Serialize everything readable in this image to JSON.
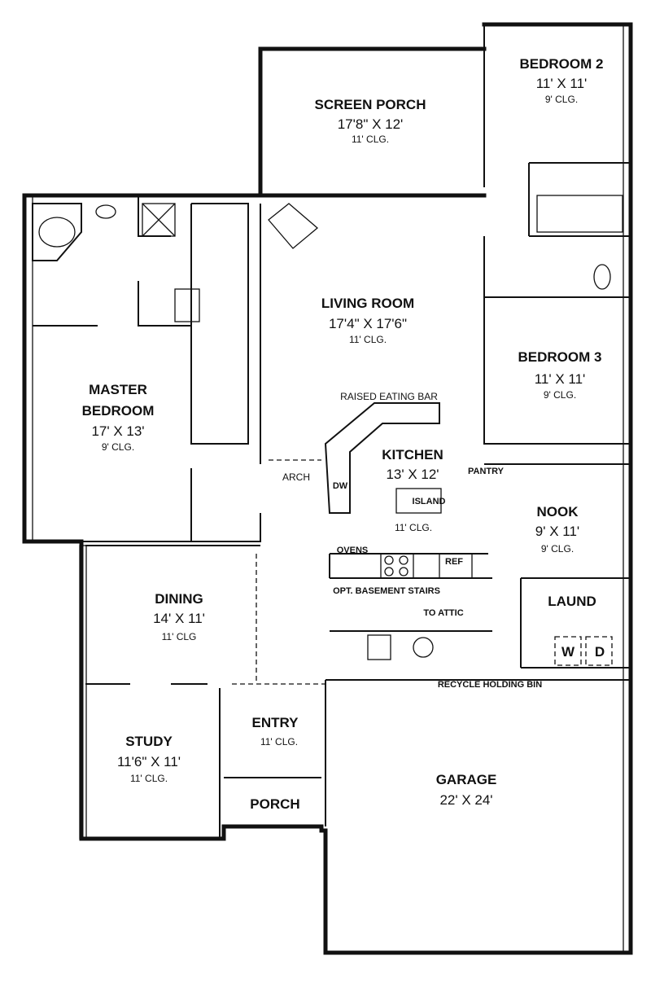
{
  "rooms": {
    "screen_porch": {
      "name": "SCREEN PORCH",
      "size": "17'8\" X 12'",
      "ceiling": "11' CLG."
    },
    "bedroom2": {
      "name": "BEDROOM 2",
      "size": "11' X 11'",
      "ceiling": "9' CLG."
    },
    "living_room": {
      "name": "LIVING ROOM",
      "size": "17'4\" X 17'6\"",
      "ceiling": "11' CLG."
    },
    "bedroom3": {
      "name": "BEDROOM 3",
      "size": "11' X 11'",
      "ceiling": "9' CLG."
    },
    "master_bedroom": {
      "name_line1": "MASTER",
      "name_line2": "BEDROOM",
      "size": "17' X 13'",
      "ceiling": "9' CLG."
    },
    "kitchen": {
      "name": "KITCHEN",
      "size": "13' X 12'",
      "ceiling": "11' CLG."
    },
    "nook": {
      "name": "NOOK",
      "size": "9' X 11'",
      "ceiling": "9' CLG."
    },
    "laundry": {
      "name": "LAUND"
    },
    "dining": {
      "name": "DINING",
      "size": "14' X 11'",
      "ceiling": "11' CLG"
    },
    "entry": {
      "name": "ENTRY",
      "ceiling": "11' CLG."
    },
    "study": {
      "name": "STUDY",
      "size": "11'6\" X 11'",
      "ceiling": "11' CLG."
    },
    "porch": {
      "name": "PORCH"
    },
    "garage": {
      "name": "GARAGE",
      "size": "22' X 24'"
    }
  },
  "labels": {
    "raised_eating_bar": "RAISED EATING BAR",
    "island": "ISLAND",
    "dishwasher": "DW",
    "arch": "ARCH",
    "pantry": "PANTRY",
    "ovens": "OVENS",
    "refrigerator": "REF",
    "basement_stairs": "OPT. BASEMENT STAIRS",
    "to_attic": "TO ATTIC",
    "washer": "W",
    "dryer": "D",
    "recycle_bin": "RECYCLE HOLDING BIN"
  }
}
